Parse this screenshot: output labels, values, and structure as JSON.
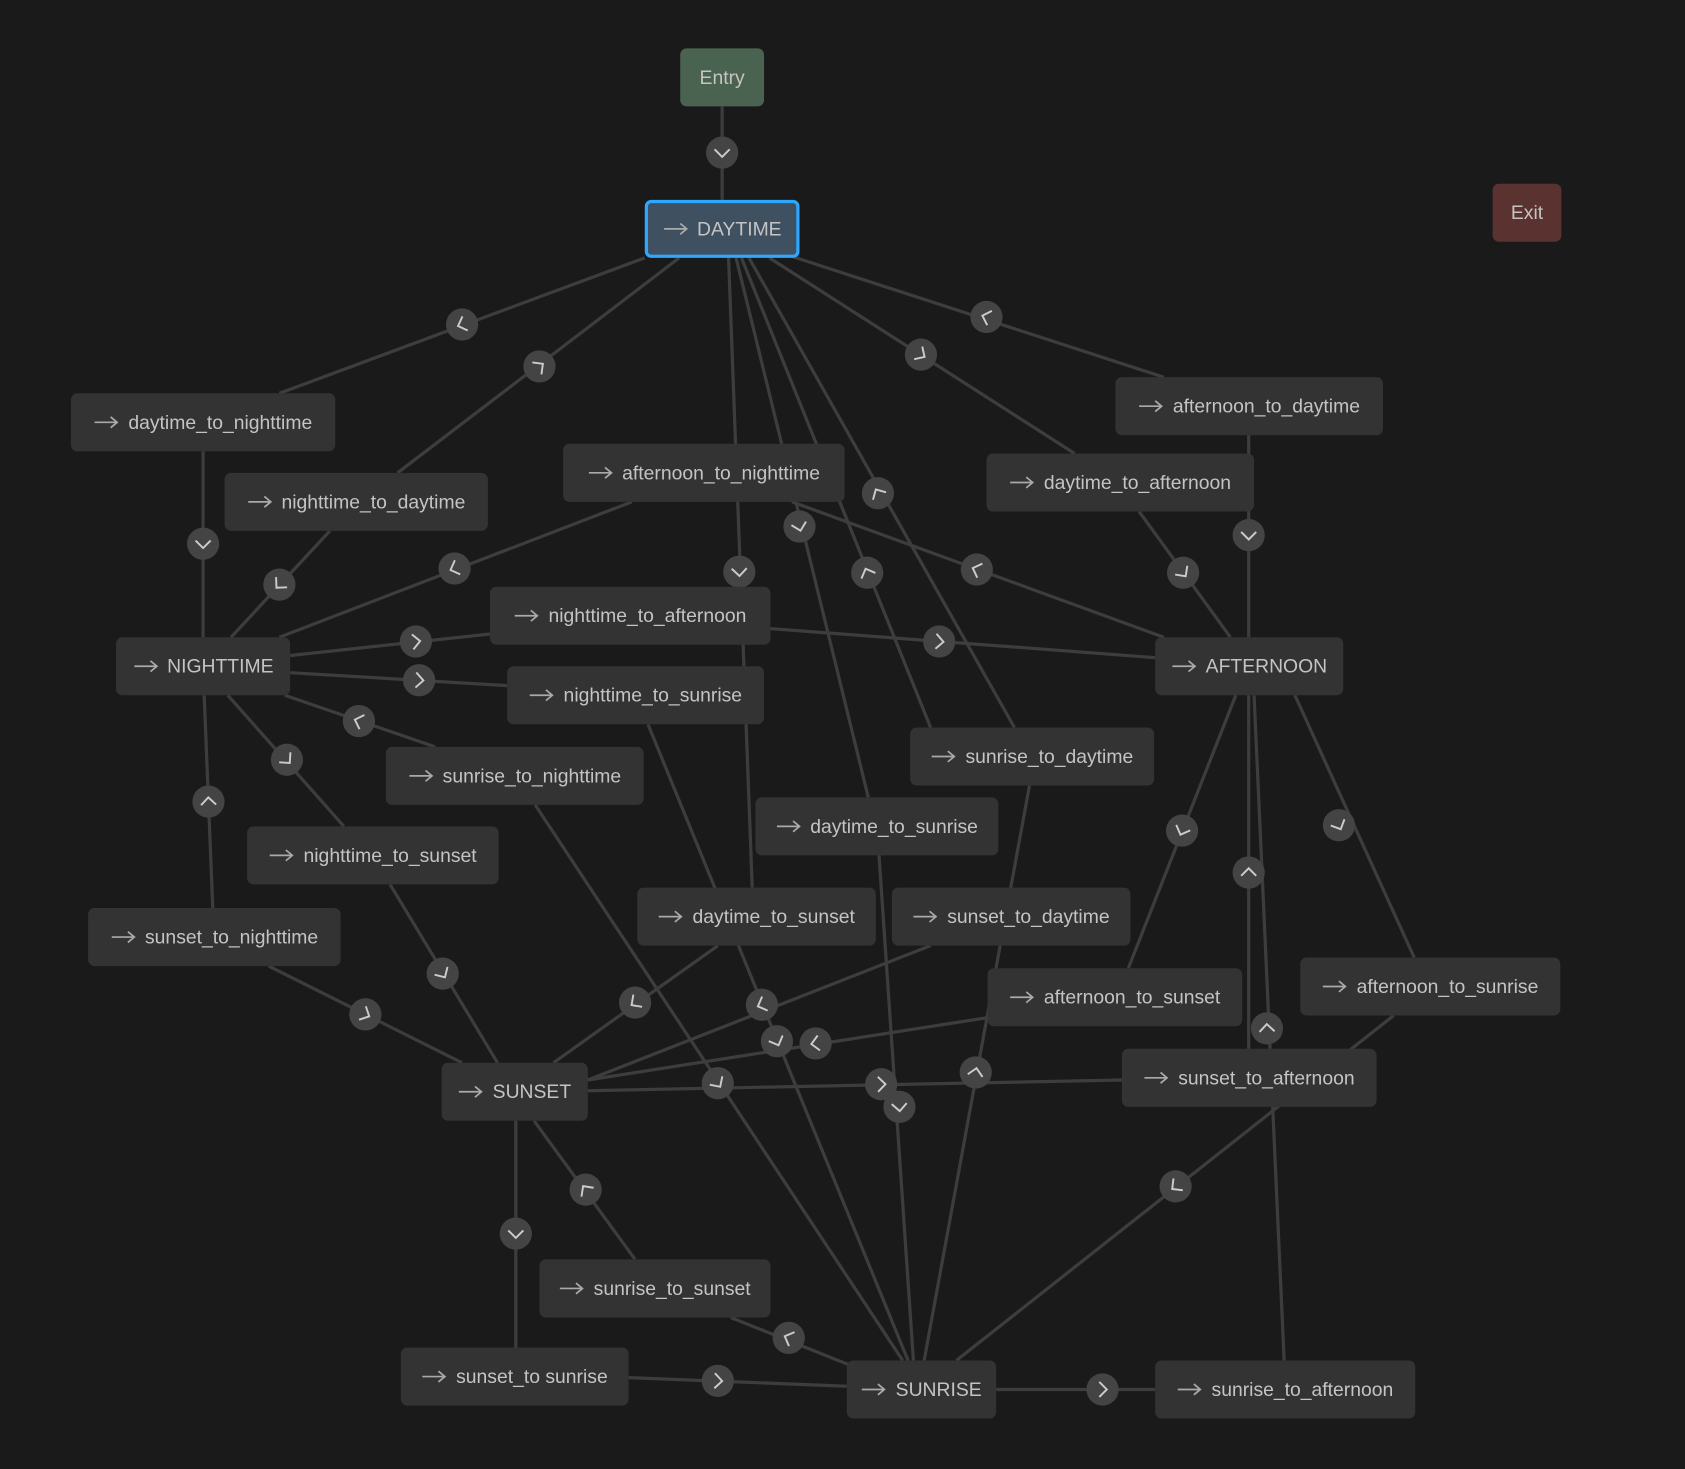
{
  "colors": {
    "background": "#1a1a1a",
    "node": "#333333",
    "entry": "#4a6351",
    "exit": "#5a3331",
    "active": "#3f5060",
    "active_border": "#2ea7ff",
    "edge": "#3d3d3d"
  },
  "entry": "Entry",
  "exit": "Exit",
  "states": {
    "daytime": "DAYTIME",
    "nighttime": "NIGHTTIME",
    "afternoon": "AFTERNOON",
    "sunset": "SUNSET",
    "sunrise": "SUNRISE"
  },
  "transitions": {
    "daytime_to_nighttime": "daytime_to_nighttime",
    "nighttime_to_daytime": "nighttime_to_daytime",
    "afternoon_to_nighttime": "afternoon_to_nighttime",
    "afternoon_to_daytime": "afternoon_to_daytime",
    "daytime_to_afternoon": "daytime_to_afternoon",
    "nighttime_to_afternoon": "nighttime_to_afternoon",
    "nighttime_to_sunrise": "nighttime_to_sunrise",
    "sunrise_to_daytime": "sunrise_to_daytime",
    "sunrise_to_nighttime": "sunrise_to_nighttime",
    "daytime_to_sunrise": "daytime_to_sunrise",
    "nighttime_to_sunset": "nighttime_to_sunset",
    "sunset_to_nighttime": "sunset_to_nighttime",
    "daytime_to_sunset": "daytime_to_sunset",
    "sunset_to_daytime": "sunset_to_daytime",
    "afternoon_to_sunset": "afternoon_to_sunset",
    "afternoon_to_sunrise": "afternoon_to_sunrise",
    "sunset_to_afternoon": "sunset_to_afternoon",
    "sunrise_to_sunset": "sunrise_to_sunset",
    "sunset_to_sunrise": "sunset_to sunrise",
    "sunrise_to_afternoon": "sunrise_to_afternoon"
  }
}
